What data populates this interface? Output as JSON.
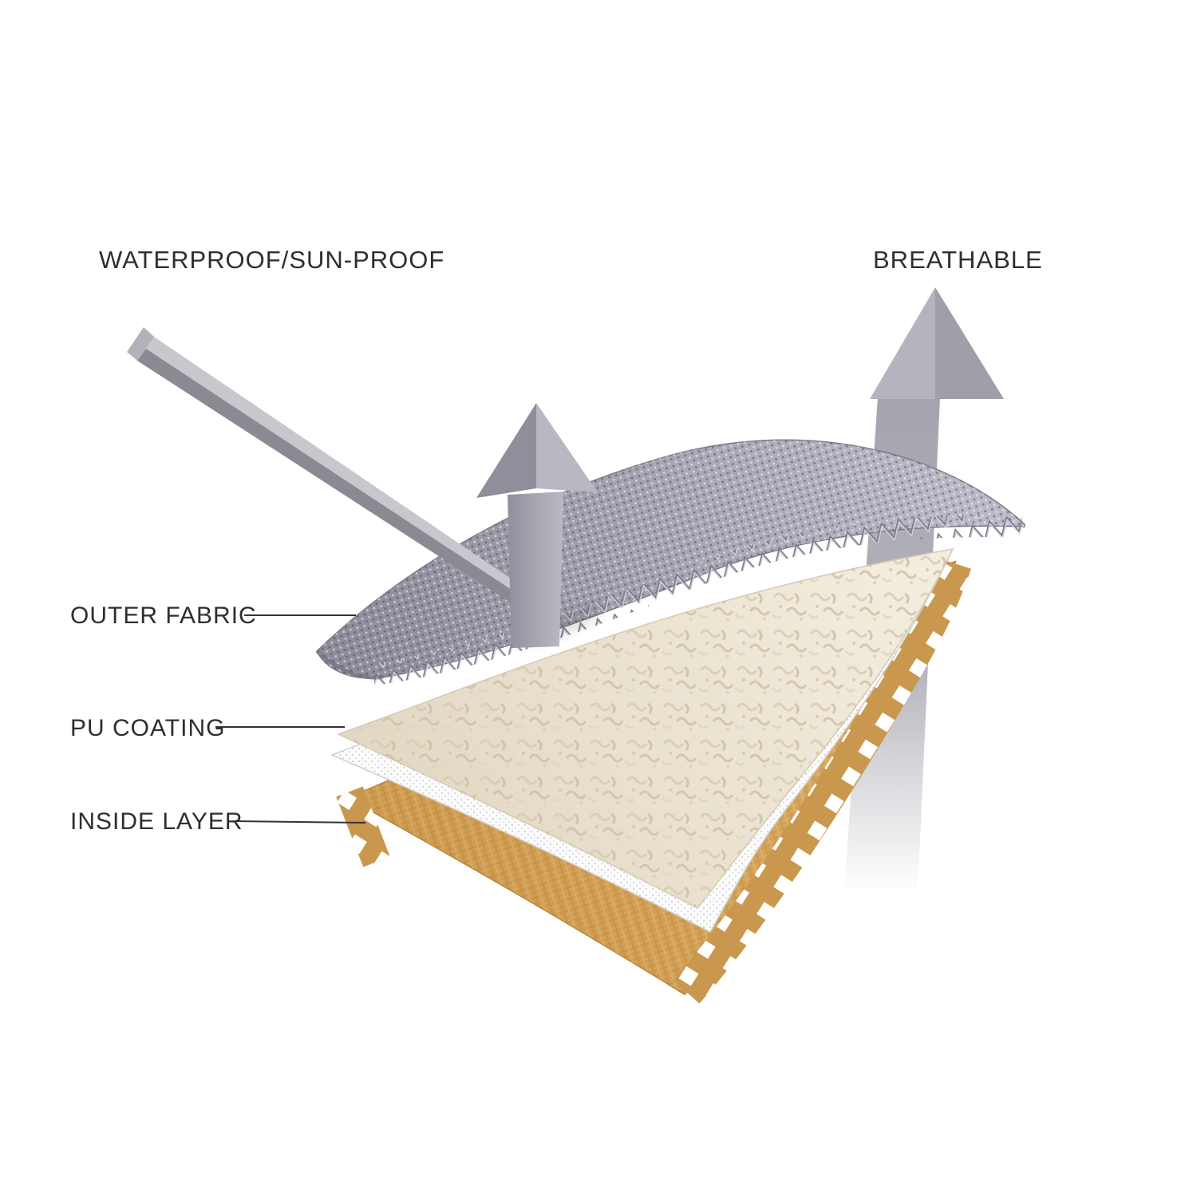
{
  "diagram": {
    "top_labels": {
      "left": "WATERPROOF/SUN-PROOF",
      "right": "BREATHABLE"
    },
    "layer_labels": [
      {
        "id": "outer-fabric",
        "text": "OUTER FABRIC"
      },
      {
        "id": "pu-coating",
        "text": "PU COATING"
      },
      {
        "id": "inside-layer",
        "text": "INSIDE LAYER"
      }
    ],
    "icons": [
      "sun-ray-beam-arrow",
      "reflect-up-arrow",
      "breathable-up-arrow"
    ],
    "colors": {
      "background": "#ffffff",
      "arrow_gray": "#a5a4ad",
      "mesh_gray": "#a3a2b0",
      "fleece_cream": "#ece3d2",
      "inside_tan": "#d8a75f",
      "film_edge_tan": "#c9984e",
      "label_text": "#2e2e2e",
      "leader_line": "#333333"
    }
  }
}
